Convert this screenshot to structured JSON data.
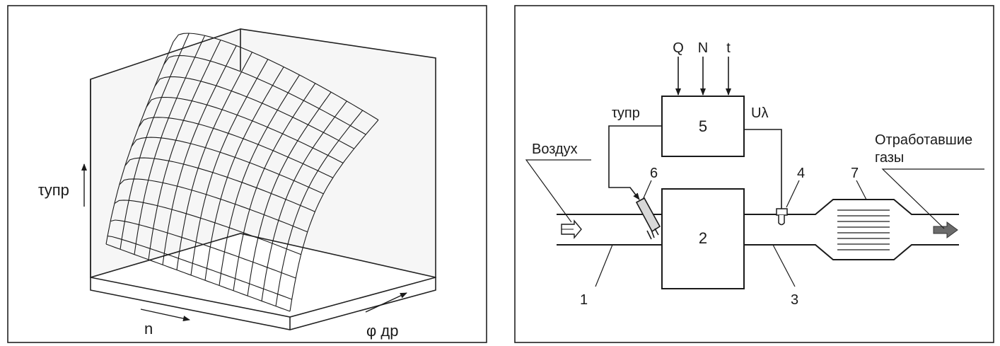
{
  "left_figure": {
    "vertical_axis_label": "τупр",
    "horizontal_axis_label": "n",
    "depth_axis_label": "φ др"
  },
  "right_figure": {
    "inputs": [
      "Q",
      "N",
      "t"
    ],
    "controller_label": "5",
    "engine_label": "2",
    "signal_left": "τупр",
    "signal_right": "Uλ",
    "air_label": "Воздух",
    "exhaust_label_line1": "Отработавшие",
    "exhaust_label_line2": "газы",
    "part_numbers": {
      "intake_pipe": "1",
      "exhaust_pipe": "3",
      "lambda_sensor": "4",
      "injector": "6",
      "catalyst": "7"
    }
  }
}
